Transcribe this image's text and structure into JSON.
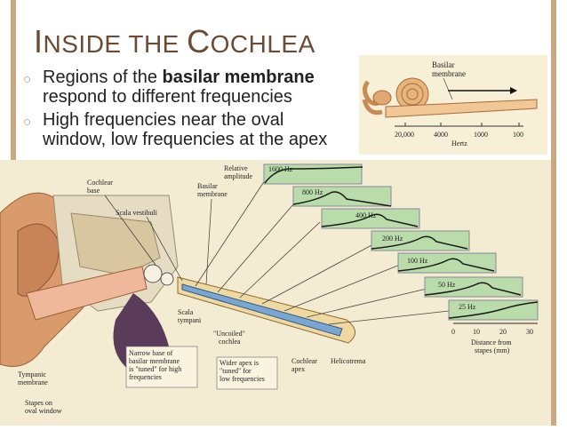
{
  "title": {
    "first": "I",
    "first_rest": "NSIDE THE ",
    "second": "C",
    "second_rest": "OCHLEA"
  },
  "bullets": [
    {
      "pre": "Regions of the ",
      "bold": "basilar membrane",
      "post": " respond to different frequencies"
    },
    {
      "pre": "High frequencies near the oval window, low frequencies at the apex",
      "bold": "",
      "post": ""
    }
  ],
  "small_figure": {
    "label_basilar": "Basilar",
    "label_membrane": "membrane",
    "ticks": [
      "20,000",
      "4000",
      "1000",
      "100"
    ],
    "axis_label": "Hertz"
  },
  "diagram": {
    "labels": {
      "cochlear_base": "Cochlear",
      "cochlear_base2": "base",
      "scala_vestibuli": "Scala vestibuli",
      "basilar": "Basilar",
      "basilar2": "membrane",
      "relative": "Relative",
      "relative2": "amplitude",
      "scala_tympani": "Scala",
      "scala_tympani2": "tympani",
      "uncoiled": "\"Uncoiled\"",
      "uncoiled2": "cochlea",
      "narrow1": "Narrow base of",
      "narrow2": "basilar membrane",
      "narrow3": "is \"tuned\" for high",
      "narrow4": "frequencies",
      "wider1": "Wider apex is",
      "wider2": "\"tuned\" for",
      "wider3": "low frequencies",
      "cochlear_apex": "Cochlear",
      "cochlear_apex2": "apex",
      "helicotrema": "Helicotrema",
      "tympanic": "Tympanic",
      "tympanic2": "membrane",
      "stapes": "Stapes on",
      "stapes2": "oval window",
      "distance1": "Distance from",
      "distance2": "stapes (mm)"
    },
    "freq_panels": [
      "1600 Hz",
      "800 Hz",
      "400 Hz",
      "200 Hz",
      "100 Hz",
      "50 Hz",
      "25 Hz"
    ],
    "distance_ticks": [
      "0",
      "10",
      "20",
      "30"
    ],
    "colors": {
      "panel": "#b9dcaa",
      "curve": "#1a1a1a",
      "membrane": "#7aa6cf",
      "tube": "#f0d9a0"
    }
  }
}
